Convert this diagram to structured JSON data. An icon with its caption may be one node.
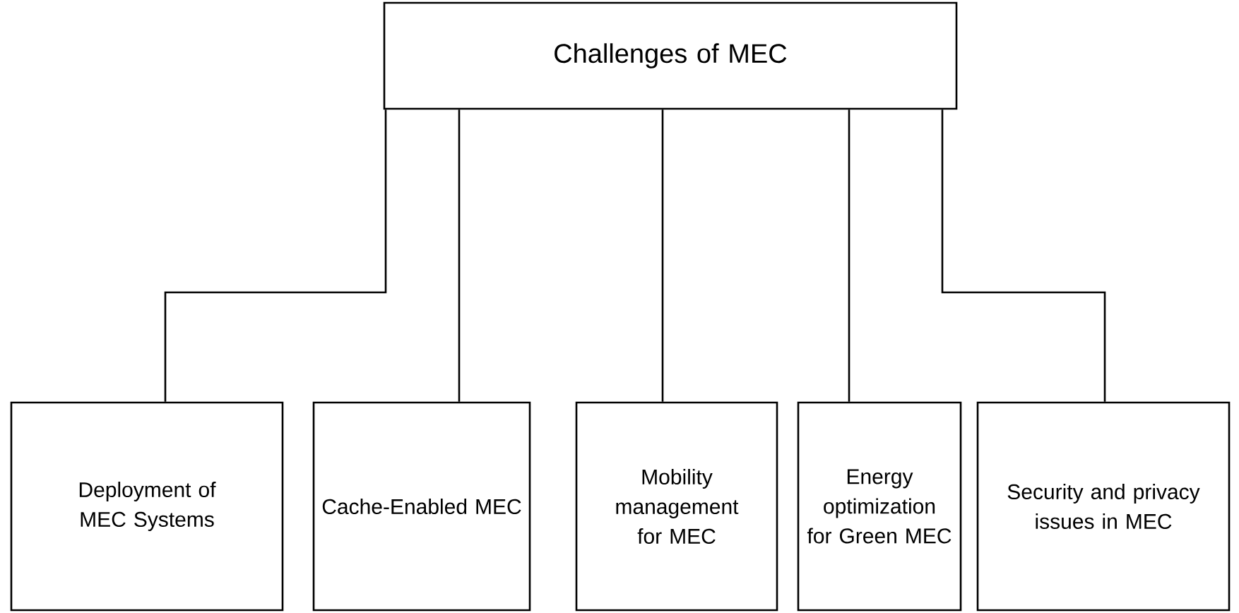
{
  "diagram": {
    "nodes": [
      {
        "text": [
          "Challenges of MEC"
        ]
      },
      {
        "text": [
          "Deployment of MEC Systems"
        ]
      },
      {
        "text": [
          "Cache-Enabled MEC"
        ]
      },
      {
        "text": [
          "Mobility management for MEC"
        ]
      },
      {
        "text": [
          "Energy optimization for Green MEC"
        ]
      },
      {
        "text": [
          "Security and privacy issues in MEC"
        ]
      }
    ],
    "edges": [
      {
        "from": 0,
        "to": 1,
        "arrow": "none"
      },
      {
        "from": 0,
        "to": 2,
        "arrow": "none"
      },
      {
        "from": 0,
        "to": 3,
        "arrow": "none"
      },
      {
        "from": 0,
        "to": 4,
        "arrow": "none"
      },
      {
        "from": 0,
        "to": 5,
        "arrow": "none"
      }
    ]
  }
}
